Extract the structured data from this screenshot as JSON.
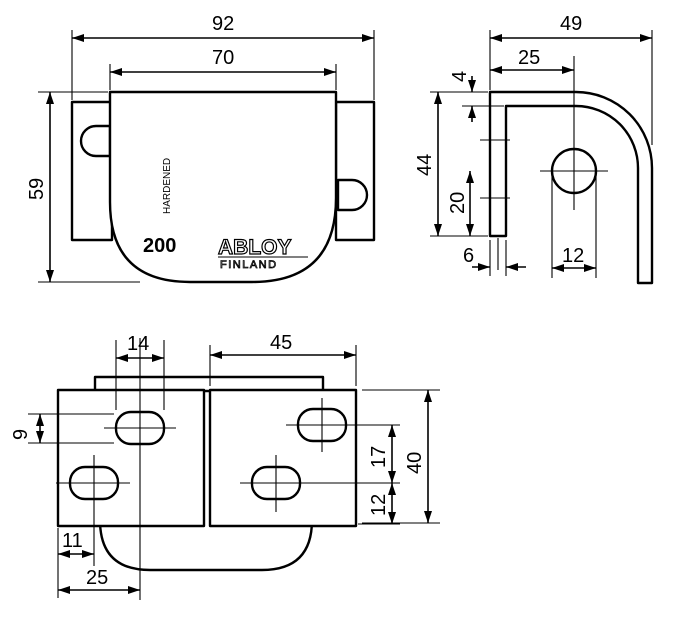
{
  "dimensions": {
    "front": {
      "overall_width": "92",
      "plate_width": "70",
      "height": "59"
    },
    "side": {
      "overall_depth": "49",
      "hole_offset": "25",
      "thickness_top": "4",
      "height": "44",
      "hole_height": "20",
      "thickness": "6",
      "hole_diameter": "12"
    },
    "bottom": {
      "slot_width": "14",
      "slot_spacing": "45",
      "slot_height": "9",
      "vertical_spacing": "17",
      "height": "40",
      "lower_offset": "12",
      "edge_offset": "11",
      "slot_offset": "25"
    }
  },
  "plate_marking": {
    "hardened": "HARDENED",
    "model_number": "200",
    "brand": "ABLOY",
    "origin": "FINLAND"
  }
}
